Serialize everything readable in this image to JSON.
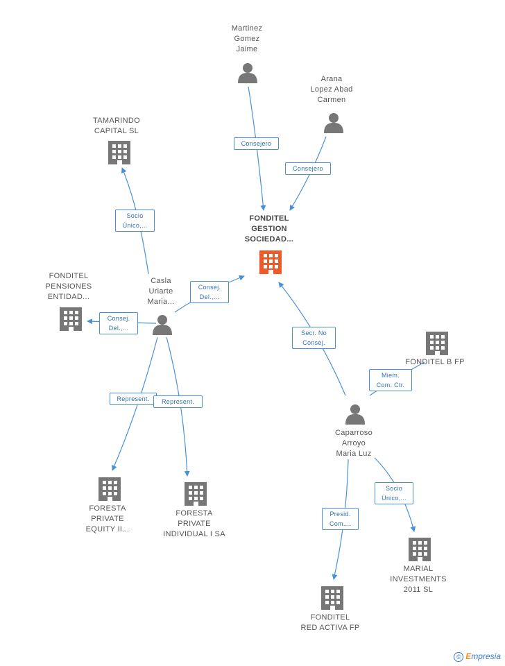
{
  "colors": {
    "edge": "#4a90d9",
    "company": "#777777",
    "center_company": "#f05a28",
    "person": "#777777"
  },
  "nodes": {
    "center": {
      "label": "FONDITEL\nGESTION\nSOCIEDAD...",
      "icon": "building-icon"
    },
    "martinez": {
      "label": "Martinez\nGomez\nJaime",
      "icon": "person-icon"
    },
    "arana": {
      "label": "Arana\nLopez Abad\nCarmen",
      "icon": "person-icon"
    },
    "tamarindo": {
      "label": "TAMARINDO\nCAPITAL SL",
      "icon": "building-icon"
    },
    "pensiones": {
      "label": "FONDITEL\nPENSIONES\nENTIDAD...",
      "icon": "building-icon"
    },
    "casla": {
      "label": "Casla\nUriarte\nMaria...",
      "icon": "person-icon"
    },
    "fonditel_b": {
      "label": "FONDITEL B FP",
      "icon": "building-icon"
    },
    "caparroso": {
      "label": "Caparroso\nArroyo\nMaria Luz",
      "icon": "person-icon"
    },
    "foresta_equity": {
      "label": "FORESTA\nPRIVATE\nEQUITY II...",
      "icon": "building-icon"
    },
    "foresta_individual": {
      "label": "FORESTA\nPRIVATE\nINDIVIDUAL I SA",
      "icon": "building-icon"
    },
    "marial": {
      "label": "MARIAL\nINVESTMENTS\n2011 SL",
      "icon": "building-icon"
    },
    "red_activa": {
      "label": "FONDITEL\nRED ACTIVA FP",
      "icon": "building-icon"
    }
  },
  "edges": {
    "martinez_center": "Consejero",
    "arana_center": "Consejero",
    "casla_tamarindo": "Socio\nÚnico,...",
    "casla_center": "Consej.\nDel.,...",
    "casla_pensiones": "Consej.\nDel.,...",
    "casla_foresta_equity": "Represent.",
    "casla_foresta_individual": "Represent.",
    "caparroso_center": "Secr. No\nConsej.",
    "caparroso_fonditel_b": "Miem.\nCom. Ctr.",
    "caparroso_marial": "Socio\nÚnico,...",
    "caparroso_red_activa": "Presid.\nCom...."
  },
  "brand": {
    "symbol": "©",
    "initial": "E",
    "rest": "mpresia"
  }
}
